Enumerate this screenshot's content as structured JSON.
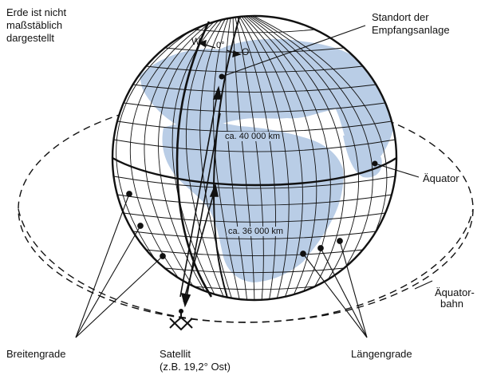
{
  "note": {
    "line1": "Erde ist nicht",
    "line2": "maßstäblich",
    "line3": "dargestellt"
  },
  "station": {
    "line1": "Standort der",
    "line2": "Empfangsanlage"
  },
  "direction": {
    "west": "W",
    "zero": "0°",
    "east": "O"
  },
  "distances": {
    "circumference": "ca. 40 000 km",
    "altitude": "ca. 36 000 km"
  },
  "labels": {
    "equator": "Äquator",
    "orbit_line1": "Äquator-",
    "orbit_line2": "bahn",
    "latitudes": "Breitengrade",
    "longitudes": "Längengrade",
    "satellite_line1": "Satellit",
    "satellite_line2": "(z.B. 19,2° Ost)"
  },
  "colors": {
    "land": "#b9cde6",
    "ocean": "#ffffff",
    "line": "#111111"
  }
}
